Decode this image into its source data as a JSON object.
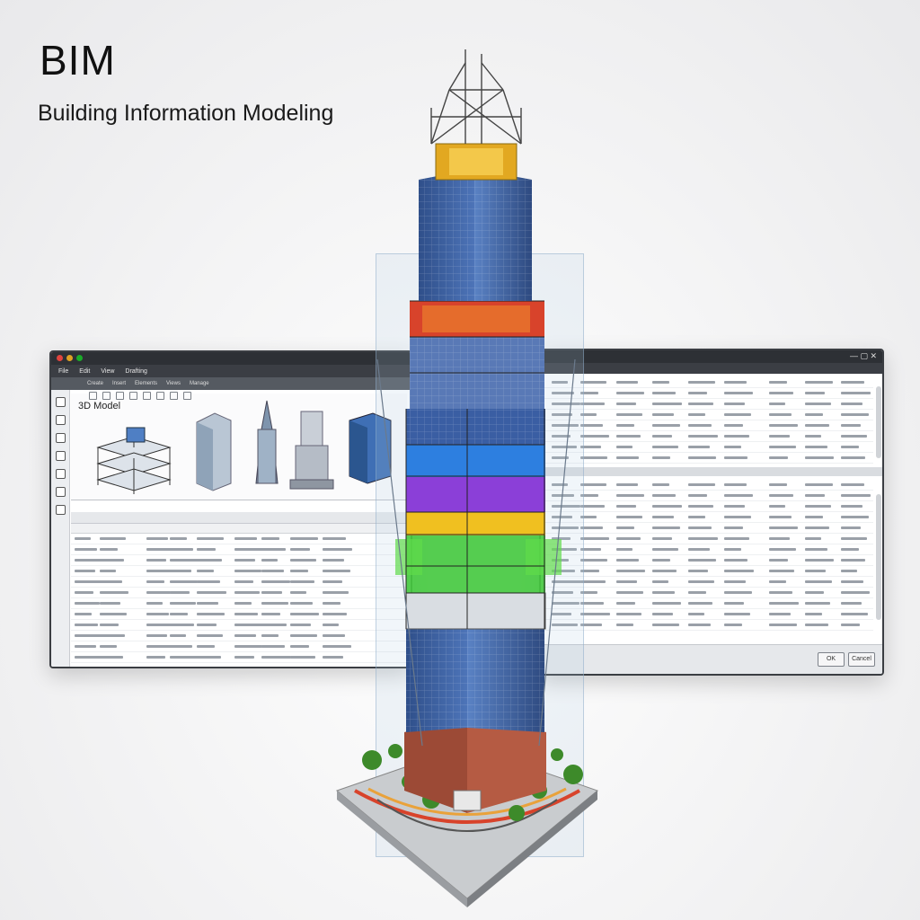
{
  "header": {
    "title": "BIM",
    "subtitle": "Building Information Modeling"
  },
  "left_window": {
    "menu": [
      "File",
      "Edit",
      "View",
      "Drafting"
    ],
    "model_label": "3D Model",
    "tabs": [
      "Create",
      "Insert",
      "Elements",
      "Views",
      "Manage"
    ]
  },
  "right_window": {
    "footer_buttons": [
      "OK",
      "Cancel"
    ]
  },
  "colors": {
    "window_chrome": "#2d3035",
    "tower_glass": "#3d5f9e",
    "floor_red": "#d8432b",
    "floor_blue": "#2d7fe0",
    "floor_purple": "#8b3fd8",
    "floor_yellow": "#f0c020",
    "floor_green": "#3fcf3a",
    "roof_gold": "#e2a821",
    "base_brick": "#9c4a36"
  }
}
